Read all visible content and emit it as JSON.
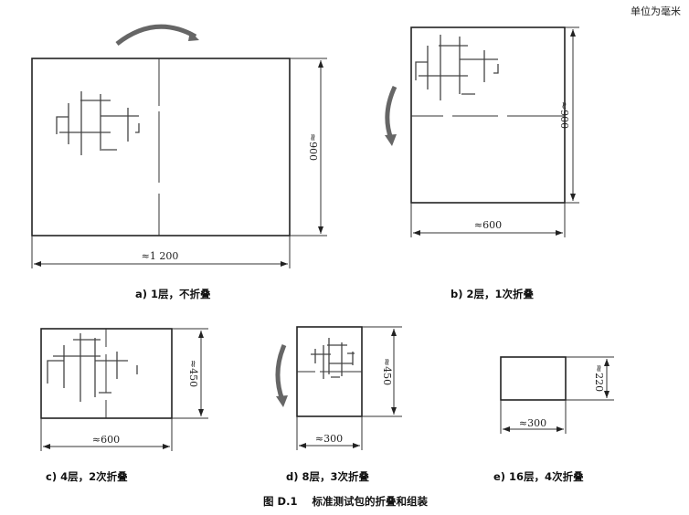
{
  "unit_note": "单位为毫米",
  "panels": {
    "a": {
      "caption": "a)   1层，不折叠",
      "width_label": "≈1 200",
      "height_label": "≈900"
    },
    "b": {
      "caption": "b)   2层，1次折叠",
      "width_label": "≈600",
      "height_label": "≈900"
    },
    "c": {
      "caption": "c)   4层，2次折叠",
      "width_label": "≈600",
      "height_label": "≈450"
    },
    "d": {
      "caption": "d)   8层，3次折叠",
      "width_label": "≈300",
      "height_label": "≈450"
    },
    "e": {
      "caption": "e)   16层，4次折叠",
      "width_label": "≈300",
      "height_label": "≈220"
    }
  },
  "figure_caption": "图 D.1    标准测试包的折叠和组装"
}
